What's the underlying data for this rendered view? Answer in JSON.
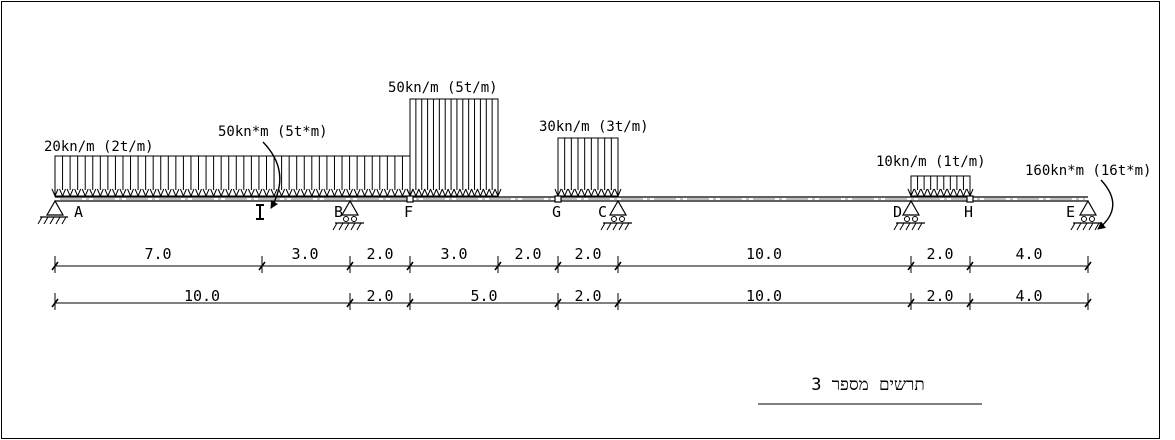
{
  "colors": {
    "ink": "#000000",
    "background": "#ffffff"
  },
  "loads": {
    "q1": "20kn/m (2t/m)",
    "moment_i": "50kn*m (5t*m)",
    "q2": "50kn/m (5t/m)",
    "q3": "30kn/m (3t/m)",
    "q4": "10kn/m (1t/m)",
    "moment_e": "160kn*m (16t*m)"
  },
  "points": {
    "A": "A",
    "I": "I",
    "B": "B",
    "F": "F",
    "G": "G",
    "C": "C",
    "D": "D",
    "H": "H",
    "E": "E"
  },
  "dims_row1": [
    "7.0",
    "3.0",
    "2.0",
    "3.0",
    "2.0",
    "2.0",
    "10.0",
    "2.0",
    "4.0"
  ],
  "dims_row2": [
    "10.0",
    "2.0",
    "5.0",
    "2.0",
    "10.0",
    "2.0",
    "4.0"
  ],
  "caption": "תרשים מספר 3"
}
